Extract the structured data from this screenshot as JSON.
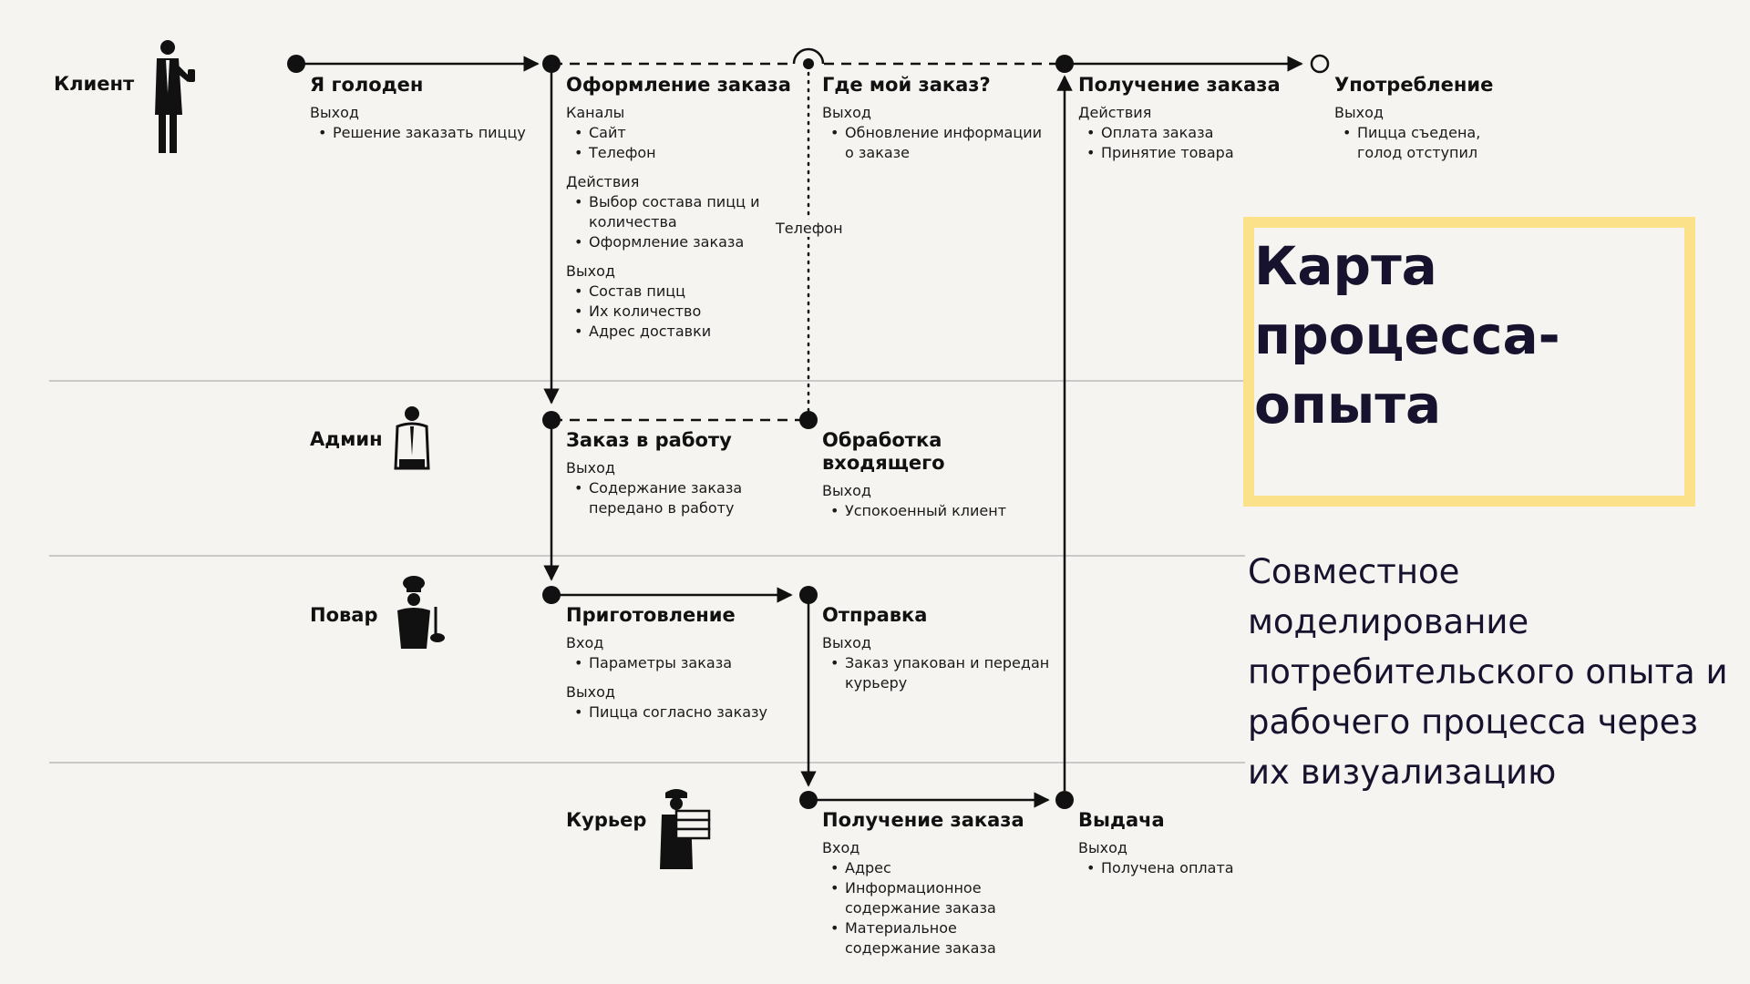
{
  "title": "Карта процесса-опыта",
  "subtitle": "Совместное моделирование потребительского опыта и рабочего процесса через их визуализацию",
  "colors": {
    "background": "#f5f4f0",
    "ink": "#111111",
    "title_ink": "#17132e",
    "highlight_frame": "#fbe18a",
    "lane_divider": "#c9c9c9"
  },
  "roles": {
    "client": {
      "label": "Клиент",
      "icon": "customer-with-phone-icon"
    },
    "admin": {
      "label": "Админ",
      "icon": "administrator-icon"
    },
    "cook": {
      "label": "Повар",
      "icon": "chef-icon"
    },
    "courier": {
      "label": "Курьер",
      "icon": "courier-with-boxes-icon"
    }
  },
  "nodes": {
    "hungry": {
      "title": "Я голоден",
      "sections": [
        {
          "label": "Выход",
          "items": [
            "Решение заказать пиццу"
          ]
        }
      ]
    },
    "ordering": {
      "title": "Оформление заказа",
      "sections": [
        {
          "label": "Каналы",
          "items": [
            "Сайт",
            "Телефон"
          ]
        },
        {
          "label": "Действия",
          "items": [
            "Выбор состава пицц и количества",
            "Оформление заказа"
          ]
        },
        {
          "label": "Выход",
          "items": [
            "Состав пицц",
            "Их количество",
            "Адрес доставки"
          ]
        }
      ]
    },
    "where_order": {
      "title": "Где мой заказ?",
      "sections": [
        {
          "label": "Выход",
          "items": [
            "Обновление информации о заказе"
          ]
        }
      ]
    },
    "receive_client": {
      "title": "Получение заказа",
      "sections": [
        {
          "label": "Действия",
          "items": [
            "Оплата заказа",
            "Принятие товара"
          ]
        }
      ]
    },
    "consumption": {
      "title": "Употребление",
      "sections": [
        {
          "label": "Выход",
          "items": [
            "Пицца съедена, голод отступил"
          ]
        }
      ]
    },
    "to_work": {
      "title": "Заказ в работу",
      "sections": [
        {
          "label": "Выход",
          "items": [
            "Содержание заказа передано в работу"
          ]
        }
      ]
    },
    "incoming": {
      "title": "Обработка входящего",
      "sections": [
        {
          "label": "Выход",
          "items": [
            "Успокоенный клиент"
          ]
        }
      ]
    },
    "cooking": {
      "title": "Приготовление",
      "sections": [
        {
          "label": "Вход",
          "items": [
            "Параметры заказа"
          ]
        },
        {
          "label": "Выход",
          "items": [
            "Пицца согласно заказу"
          ]
        }
      ]
    },
    "dispatch": {
      "title": "Отправка",
      "sections": [
        {
          "label": "Выход",
          "items": [
            "Заказ упакован и передан курьеру"
          ]
        }
      ]
    },
    "receive_courier": {
      "title": "Получение заказа",
      "sections": [
        {
          "label": "Вход",
          "items": [
            "Адрес",
            "Информационное содержание заказа",
            "Материальное содержание заказа"
          ]
        }
      ]
    },
    "handover": {
      "title": "Выдача",
      "sections": [
        {
          "label": "Выход",
          "items": [
            "Получена оплата"
          ]
        }
      ]
    }
  },
  "edge_labels": {
    "phone": "Телефон"
  }
}
